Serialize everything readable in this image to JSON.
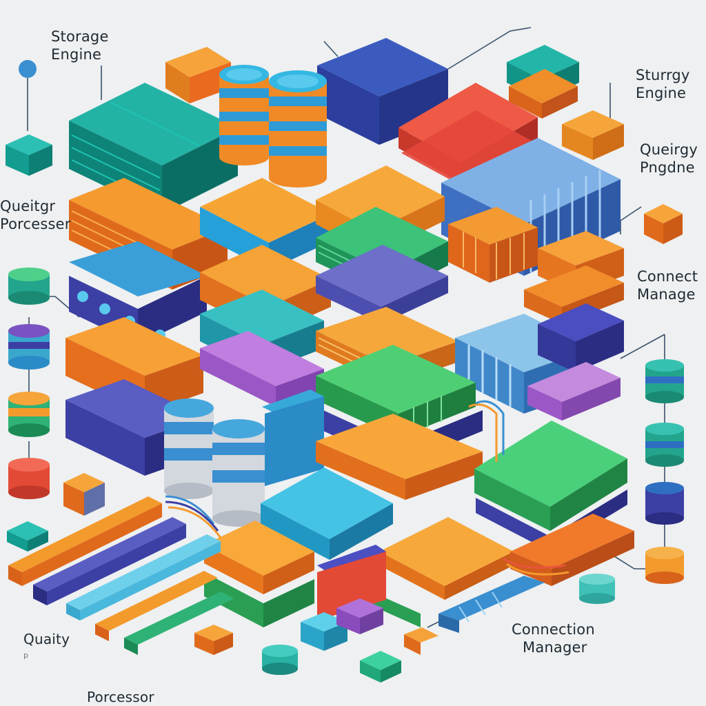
{
  "labels": {
    "storage_engine": [
      "Storage",
      "Engine"
    ],
    "sturgy_engine": [
      "Sturrgy",
      "Engine"
    ],
    "queirgy_pngne": [
      "Queirgy",
      "Pngdne"
    ],
    "queitgr_processer": [
      "Queitgr",
      "Porcesser"
    ],
    "connect_manager_right": [
      "Connect",
      "Manage"
    ],
    "connection_manager_bottom": [
      "Connection",
      "Manager"
    ],
    "quality": "Quaity",
    "quality_fragment": "p",
    "processor": "Porcessor"
  },
  "colors": {
    "background": "#eef0f1",
    "teal": "#1aa79a",
    "orange": "#f39323",
    "dark_orange": "#ea6a1f",
    "blue": "#2f6fc2",
    "navy": "#3c3fa3",
    "cyan": "#35b9dd",
    "green": "#3bae5b",
    "purple": "#9b57c6",
    "red": "#e9543d",
    "silver": "#c9ced6",
    "label_text": "#1f2a33"
  }
}
